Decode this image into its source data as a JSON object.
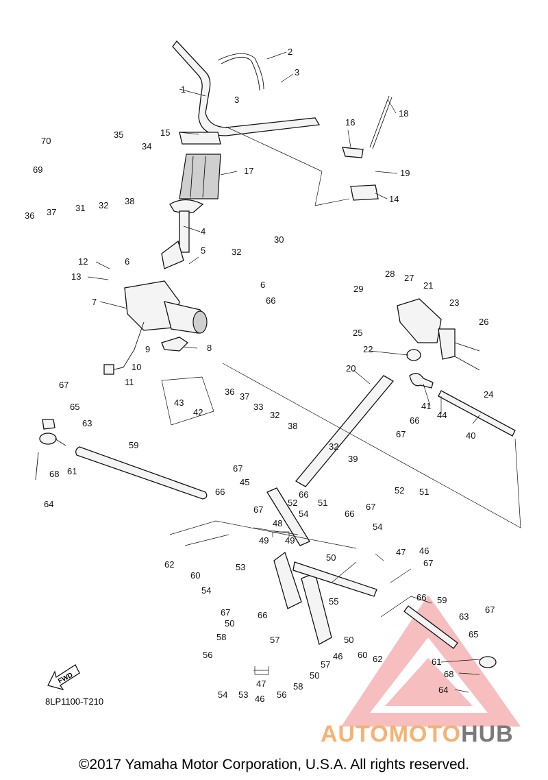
{
  "diagram_code": "8LP1100-T210",
  "copyright": "©2017 Yamaha Motor Corporation, U.S.A. All rights reserved.",
  "watermark": {
    "part1": "AUTOMOTO",
    "part2": "HUB",
    "colors": {
      "triangle": "#ef8a8a",
      "part1": "#f6b273",
      "part2": "#7a7a7a"
    }
  },
  "fwd_label": "FWD",
  "callouts": {
    "c1": "1",
    "c2": "2",
    "c3a": "3",
    "c3b": "3",
    "c4": "4",
    "c5": "5",
    "c6a": "6",
    "c6b": "6",
    "c7": "7",
    "c8": "8",
    "c9": "9",
    "c10": "10",
    "c11": "11",
    "c12": "12",
    "c13": "13",
    "c14": "14",
    "c15": "15",
    "c16": "16",
    "c17": "17",
    "c18": "18",
    "c19": "19",
    "c20": "20",
    "c21": "21",
    "c22": "22",
    "c23": "23",
    "c24": "24",
    "c25": "25",
    "c26": "26",
    "c27": "27",
    "c28": "28",
    "c29": "29",
    "c30": "30",
    "c31": "31",
    "c32a": "32",
    "c32b": "32",
    "c32c": "32",
    "c32d": "32",
    "c33": "33",
    "c34": "34",
    "c35": "35",
    "c36a": "36",
    "c36b": "36",
    "c37a": "37",
    "c37b": "37",
    "c38a": "38",
    "c38b": "38",
    "c39": "39",
    "c40": "40",
    "c41": "41",
    "c42": "42",
    "c43": "43",
    "c44": "44",
    "c45": "45",
    "c46a": "46",
    "c46b": "46",
    "c46c": "46",
    "c47a": "47",
    "c47b": "47",
    "c48": "48",
    "c49a": "49",
    "c49b": "49",
    "c50a": "50",
    "c50b": "50",
    "c50c": "50",
    "c50d": "50",
    "c51a": "51",
    "c51b": "51",
    "c52a": "52",
    "c52b": "52",
    "c53a": "53",
    "c53b": "53",
    "c54a": "54",
    "c54b": "54",
    "c54c": "54",
    "c54d": "54",
    "c55": "55",
    "c56a": "56",
    "c56b": "56",
    "c57a": "57",
    "c57b": "57",
    "c58a": "58",
    "c58b": "58",
    "c59a": "59",
    "c59b": "59",
    "c60a": "60",
    "c60b": "60",
    "c61a": "61",
    "c61b": "61",
    "c62a": "62",
    "c62b": "62",
    "c63a": "63",
    "c63b": "63",
    "c64a": "64",
    "c64b": "64",
    "c65a": "65",
    "c65b": "65",
    "c66a": "66",
    "c66b": "66",
    "c66c": "66",
    "c66d": "66",
    "c66e": "66",
    "c66f": "66",
    "c66g": "66",
    "c67a": "67",
    "c67b": "67",
    "c67c": "67",
    "c67d": "67",
    "c67e": "67",
    "c67f": "67",
    "c67g": "67",
    "c67h": "67",
    "c68a": "68",
    "c68b": "68",
    "c69": "69",
    "c70": "70"
  }
}
